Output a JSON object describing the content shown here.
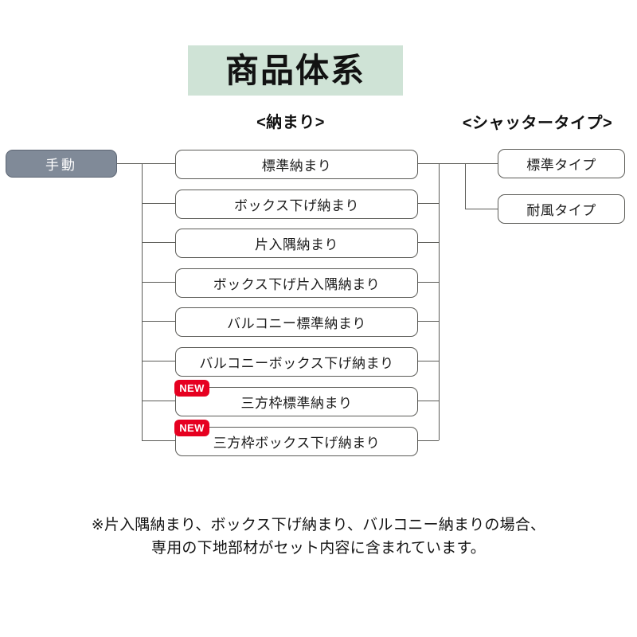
{
  "title": {
    "text": "商品体系",
    "band_color": "#cfe3d6"
  },
  "headers": {
    "osamari": "<納まり>",
    "shutter": "<シャッタータイプ>"
  },
  "root": {
    "label": "手動",
    "fill_color": "#808a98",
    "text_color": "#ffffff"
  },
  "osamari_items": [
    {
      "label": "標準納まり",
      "badge": null
    },
    {
      "label": "ボックス下げ納まり",
      "badge": null
    },
    {
      "label": "片入隅納まり",
      "badge": null
    },
    {
      "label": "ボックス下げ片入隅納まり",
      "badge": null
    },
    {
      "label": "バルコニー標準納まり",
      "badge": null
    },
    {
      "label": "バルコニーボックス下げ納まり",
      "badge": null
    },
    {
      "label": "三方枠標準納まり",
      "badge": "NEW"
    },
    {
      "label": "三方枠ボックス下げ納まり",
      "badge": "NEW"
    }
  ],
  "shutter_items": [
    {
      "label": "標準タイプ"
    },
    {
      "label": "耐風タイプ"
    }
  ],
  "badge": {
    "text": "NEW",
    "color": "#e60020"
  },
  "footer": {
    "line1": "※片入隅納まり、ボックス下げ納まり、バルコニー納まりの場合、",
    "line2": "専用の下地部材がセット内容に含まれています。"
  }
}
